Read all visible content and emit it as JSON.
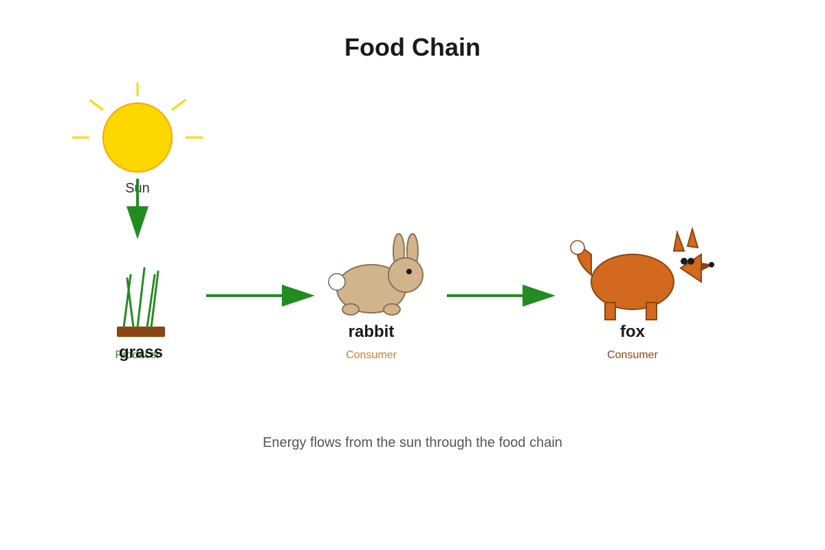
{
  "title": "Food Chain",
  "sun": {
    "label": "Sun"
  },
  "organisms": [
    {
      "name": "grass",
      "role": "Producer",
      "icon": "grass-icon",
      "role_color": "#228B22"
    },
    {
      "name": "rabbit",
      "role": "Consumer",
      "icon": "rabbit-icon",
      "role_color": "#CD7F32"
    },
    {
      "name": "fox",
      "role": "Consumer",
      "icon": "fox-icon",
      "role_color": "#8B4513"
    }
  ],
  "caption": "Energy flows from the sun through the food chain",
  "colors": {
    "arrow": "#228B22",
    "sun_fill": "#FFD700",
    "sun_stroke": "#FFA500",
    "fox_fill": "#D2691E",
    "rabbit_fill": "#D2B48C"
  }
}
